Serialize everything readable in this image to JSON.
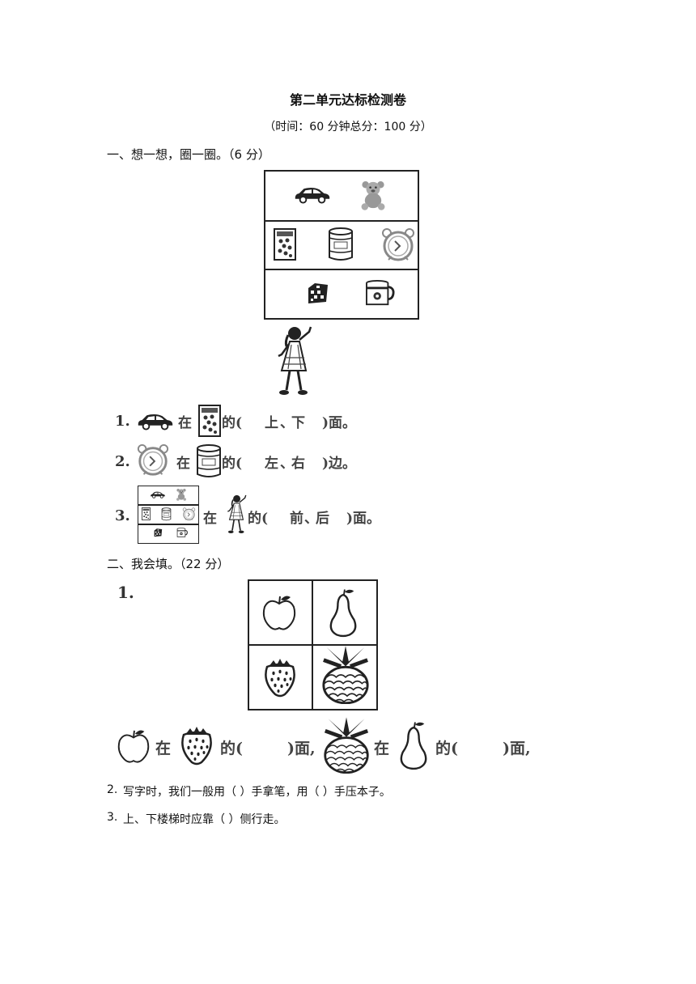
{
  "header": {
    "title": "第二单元达标检测卷",
    "subtitle": "（时间：60 分钟总分：100 分）"
  },
  "section1": {
    "heading": "一、想一想，圈一圈。（6 分）",
    "q1": {
      "num": "1.",
      "word_at": "在",
      "word_of": "的(",
      "choice1": "上",
      "sep": "、",
      "choice2": "下",
      "close": ")面。"
    },
    "q2": {
      "num": "2.",
      "word_at": "在",
      "word_of": "的(",
      "choice1": "左",
      "sep": "、",
      "choice2": "右",
      "close": ")边。"
    },
    "q3": {
      "num": "3.",
      "word_at": "在",
      "word_of": "的(",
      "choice1": "前",
      "sep": "、",
      "choice2": "后",
      "close": ")面。"
    }
  },
  "section2": {
    "heading": "二、我会填。（22 分）",
    "q1": {
      "num": "1.",
      "word_at": "在",
      "part1": "的(",
      "part1_end": ")面,",
      "part2": "的(",
      "part2_end": ")面,"
    },
    "q2": {
      "num": "2.",
      "text": "写字时，我们一般用（    ）手拿笔，用（    ）手压本子。"
    },
    "q3": {
      "num": "3.",
      "text": "上、下楼梯时应靠（    ）侧行走。"
    }
  },
  "icons": [
    "car-icon",
    "teddy-bear-icon",
    "book-icon",
    "can-icon",
    "alarm-clock-icon",
    "dice-icon",
    "mug-icon",
    "girl-icon",
    "apple-icon",
    "pear-icon",
    "strawberry-icon",
    "pineapple-icon"
  ]
}
